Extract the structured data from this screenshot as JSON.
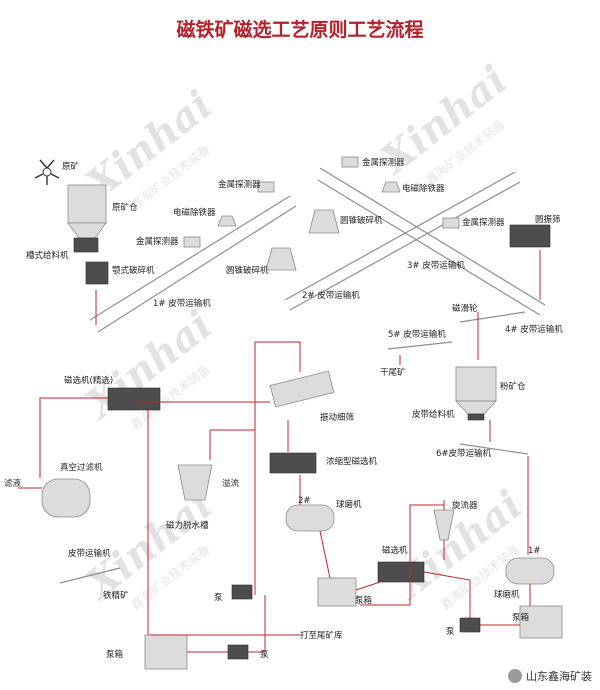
{
  "title": "磁铁矿磁选工艺原则工艺流程",
  "watermark": {
    "brand": "Xinhai",
    "slogan": "鑫海矿业技术装备"
  },
  "labels": {
    "raw_ore": "原矿",
    "raw_ore_bin": "原矿仓",
    "grizzly_feeder": "槽式给料机",
    "jaw_crusher": "颚式破碎机",
    "metal_detector_1": "金属探测器",
    "magnetic_iron_remover_1": "电磁除铁器",
    "metal_detector_2": "金属探测器",
    "cone_crusher_1": "圆锥破碎机",
    "belt_conveyor_1": "1# 皮带运输机",
    "metal_detector_3": "金属探测器",
    "magnetic_iron_remover_2": "电磁除铁器",
    "cone_crusher_2": "圆锥破碎机",
    "belt_conveyor_2": "2# 皮带运输机",
    "metal_detector_4": "金属探测器",
    "vibrating_screen": "圆振筛",
    "belt_conveyor_3": "3# 皮带运输机",
    "magnetic_pulley": "磁滑轮",
    "belt_conveyor_4": "4# 皮带运输机",
    "belt_conveyor_5": "5# 皮带运输机",
    "dry_tailings": "干尾矿",
    "powder_bin": "粉矿仓",
    "belt_feeder": "皮带给料机",
    "belt_conveyor_6": "6#皮带运输机",
    "magnetic_separator_fine": "磁选机(精选)",
    "fine_screen": "振动细筛",
    "vacuum_filter": "真空过滤机",
    "filtrate": "滤液",
    "overflow": "溢流",
    "conc_magnetic_separator": "浓缩型磁选机",
    "ball_mill_2": "2#",
    "ball_mill": "球磨机",
    "magnetic_dewatering_tank": "磁力脱水槽",
    "cyclone": "旋流器",
    "belt_conveyor_filter": "皮带运输机",
    "magnetic_separator": "磁选机",
    "ball_mill_1_no": "1#",
    "iron_concentrate": "铁精矿",
    "pump_a": "泵",
    "pump_box_a": "泵箱",
    "ball_mill_1": "球磨机",
    "to_tailings": "打至尾矿库",
    "pump_box_b": "泵箱",
    "pump_b": "泵",
    "pump_c": "泵",
    "pump_box_c": "泵箱"
  },
  "brand_footer": "山东鑫海矿装",
  "colors": {
    "title": "#b5202a",
    "flow_line": "#c0272d",
    "conveyor": "#8e8e8e"
  }
}
